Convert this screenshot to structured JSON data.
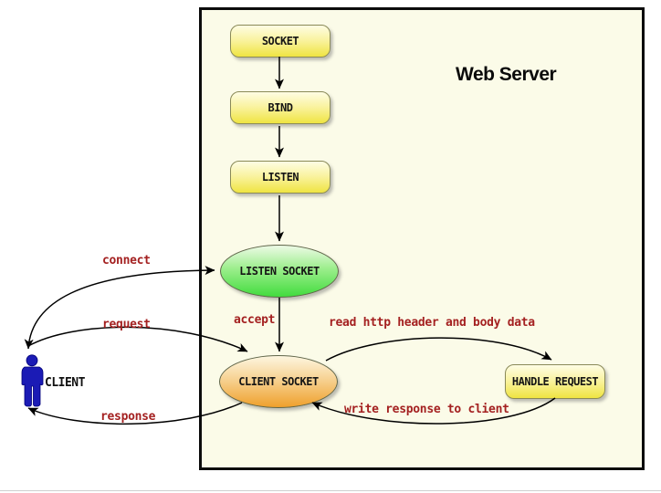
{
  "diagram": {
    "title": "Web Server",
    "nodes": {
      "socket": {
        "label": "SOCKET",
        "shape": "rounded-rect",
        "color": "yellow"
      },
      "bind": {
        "label": "BIND",
        "shape": "rounded-rect",
        "color": "yellow"
      },
      "listen": {
        "label": "LISTEN",
        "shape": "rounded-rect",
        "color": "yellow"
      },
      "listen_socket": {
        "label": "LISTEN SOCKET",
        "shape": "ellipse",
        "color": "green"
      },
      "client_socket": {
        "label": "CLIENT SOCKET",
        "shape": "ellipse",
        "color": "orange"
      },
      "handle_request": {
        "label": "HANDLE REQUEST",
        "shape": "rounded-rect",
        "color": "yellow"
      }
    },
    "actor": {
      "label": "CLIENT"
    },
    "edge_labels": {
      "connect": "connect",
      "request": "request",
      "response": "response",
      "accept": "accept",
      "read": "read http header and body data",
      "write": "write response to client"
    },
    "edges": [
      {
        "from": "SOCKET",
        "to": "BIND"
      },
      {
        "from": "BIND",
        "to": "LISTEN"
      },
      {
        "from": "LISTEN",
        "to": "LISTEN SOCKET"
      },
      {
        "from": "LISTEN SOCKET",
        "to": "CLIENT SOCKET",
        "label": "accept"
      },
      {
        "from": "CLIENT",
        "to": "LISTEN SOCKET",
        "label": "connect"
      },
      {
        "from": "CLIENT",
        "to": "CLIENT SOCKET",
        "label": "request"
      },
      {
        "from": "CLIENT SOCKET",
        "to": "CLIENT",
        "label": "response"
      },
      {
        "from": "CLIENT SOCKET",
        "to": "HANDLE REQUEST",
        "label": "read http header and body data"
      },
      {
        "from": "HANDLE REQUEST",
        "to": "CLIENT SOCKET",
        "label": "write response to client"
      }
    ],
    "colors": {
      "edge_label_red": "#a42121",
      "node_yellow_top": "#fefde4",
      "node_yellow_bottom": "#efe442",
      "ellipse_green_top": "#edfae6",
      "ellipse_green_bottom": "#42dc3e",
      "ellipse_orange_top": "#fdf6e0",
      "ellipse_orange_bottom": "#efa02c",
      "server_background": "#fbfbe8",
      "actor_blue": "#1b1bb5",
      "arrow_black": "#000000"
    }
  }
}
